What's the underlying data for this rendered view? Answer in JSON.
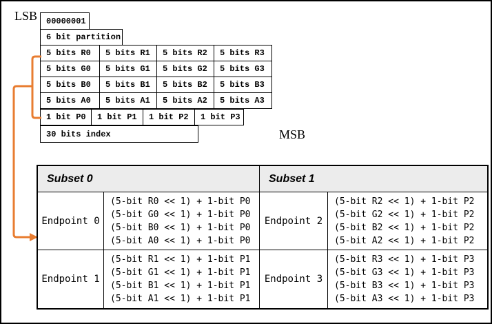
{
  "diagram": {
    "lsb_label": "LSB",
    "msb_label": "MSB",
    "mode_bits": "00000001",
    "partition": "6 bit partition",
    "channel_rows": [
      [
        "5 bits R0",
        "5 bits R1",
        "5 bits R2",
        "5 bits R3"
      ],
      [
        "5 bits G0",
        "5 bits G1",
        "5 bits G2",
        "5 bits G3"
      ],
      [
        "5 bits B0",
        "5 bits B1",
        "5 bits B2",
        "5 bits B3"
      ],
      [
        "5 bits A0",
        "5 bits A1",
        "5 bits A2",
        "5 bits A3"
      ]
    ],
    "p_bits": [
      "1 bit P0",
      "1 bit P1",
      "1 bit P2",
      "1 bit P3"
    ],
    "index_bits": "30 bits index"
  },
  "table": {
    "headers": [
      "Subset 0",
      "Subset 1"
    ],
    "cells": [
      {
        "endpoint": "Endpoint 0",
        "lines": [
          "(5-bit R0 << 1) + 1-bit P0",
          "(5-bit G0 << 1) + 1-bit P0",
          "(5-bit B0 << 1) + 1-bit P0",
          "(5-bit A0 << 1) + 1-bit P0"
        ]
      },
      {
        "endpoint": "Endpoint 2",
        "lines": [
          "(5-bit R2 << 1) + 1-bit P2",
          "(5-bit G2 << 1) + 1-bit P2",
          "(5-bit B2 << 1) + 1-bit P2",
          "(5-bit A2 << 1) + 1-bit P2"
        ]
      },
      {
        "endpoint": "Endpoint 1",
        "lines": [
          "(5-bit R1 << 1) + 1-bit P1",
          "(5-bit G1 << 1) + 1-bit P1",
          "(5-bit B1 << 1) + 1-bit P1",
          "(5-bit A1 << 1) + 1-bit P1"
        ]
      },
      {
        "endpoint": "Endpoint 3",
        "lines": [
          "(5-bit R3 << 1) + 1-bit P3",
          "(5-bit G3 << 1) + 1-bit P3",
          "(5-bit B3 << 1) + 1-bit P3",
          "(5-bit A3 << 1) + 1-bit P3"
        ]
      }
    ]
  },
  "colors": {
    "arrow": "#E87D31",
    "header_bg": "#ECECEC",
    "border": "#000000"
  }
}
